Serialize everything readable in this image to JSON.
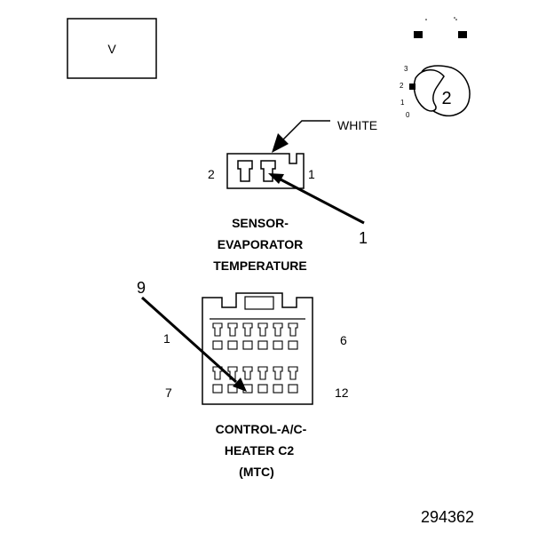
{
  "view_box": {
    "label": "V"
  },
  "orientation_icon": {
    "label": "2",
    "ticks": [
      "3",
      "2",
      "1",
      "0"
    ]
  },
  "sensor_connector": {
    "wire_color": "WHITE",
    "pin_left": "2",
    "pin_right": "1",
    "callout": "1",
    "title_lines": [
      "SENSOR-",
      "EVAPORATOR",
      "TEMPERATURE"
    ]
  },
  "control_connector": {
    "callout": "9",
    "pins": {
      "top_left": "1",
      "top_right": "6",
      "bottom_left": "7",
      "bottom_right": "12"
    },
    "title_lines": [
      "CONTROL-A/C-",
      "HEATER C2",
      "(MTC)"
    ]
  },
  "figure_number": "294362"
}
